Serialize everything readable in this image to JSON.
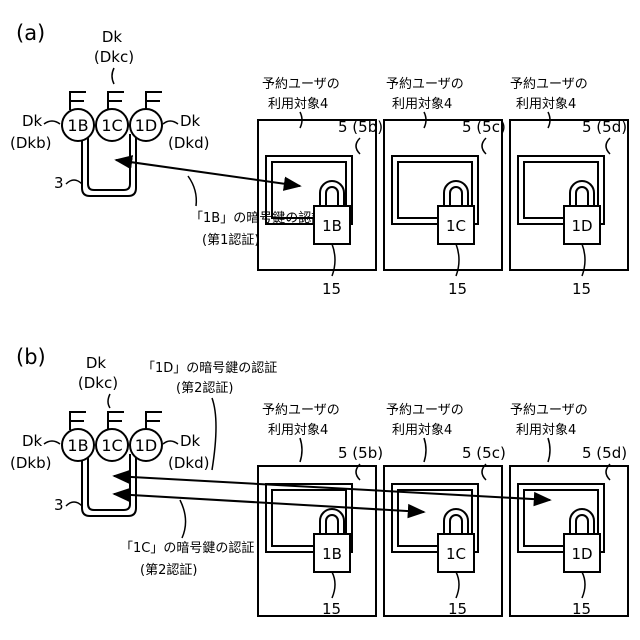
{
  "panels": {
    "a": {
      "label": "(a)",
      "holder_ref": "3",
      "keys": {
        "left": {
          "label": "1B",
          "ref": "Dk",
          "sub": "(Dkb)"
        },
        "center": {
          "label": "1C",
          "ref": "Dk",
          "sub": "(Dkc)"
        },
        "right": {
          "label": "1D",
          "ref": "Dk",
          "sub": "(Dkd)"
        }
      },
      "caption": {
        "line1": "「1B」の暗号鍵の認証",
        "line2": "(第1認証)"
      },
      "targets": [
        {
          "heading1": "予約ユーザの",
          "heading2": "利用対象4",
          "ref": "5 (5b)",
          "lock": "1B",
          "lock_ref": "15"
        },
        {
          "heading1": "予約ユーザの",
          "heading2": "利用対象4",
          "ref": "5 (5c)",
          "lock": "1C",
          "lock_ref": "15"
        },
        {
          "heading1": "予約ユーザの",
          "heading2": "利用対象4",
          "ref": "5 (5d)",
          "lock": "1D",
          "lock_ref": "15"
        }
      ]
    },
    "b": {
      "label": "(b)",
      "holder_ref": "3",
      "keys": {
        "left": {
          "label": "1B",
          "ref": "Dk",
          "sub": "(Dkb)"
        },
        "center": {
          "label": "1C",
          "ref": "Dk",
          "sub": "(Dkc)"
        },
        "right": {
          "label": "1D",
          "ref": "Dk",
          "sub": "(Dkd)"
        }
      },
      "caption_top": {
        "line1": "「1D」の暗号鍵の認証",
        "line2": "(第2認証)"
      },
      "caption_bottom": {
        "line1": "「1C」の暗号鍵の認証",
        "line2": "(第2認証)"
      },
      "targets": [
        {
          "heading1": "予約ユーザの",
          "heading2": "利用対象4",
          "ref": "5 (5b)",
          "lock": "1B",
          "lock_ref": "15"
        },
        {
          "heading1": "予約ユーザの",
          "heading2": "利用対象4",
          "ref": "5 (5c)",
          "lock": "1C",
          "lock_ref": "15"
        },
        {
          "heading1": "予約ユーザの",
          "heading2": "利用対象4",
          "ref": "5 (5d)",
          "lock": "1D",
          "lock_ref": "15"
        }
      ]
    }
  }
}
